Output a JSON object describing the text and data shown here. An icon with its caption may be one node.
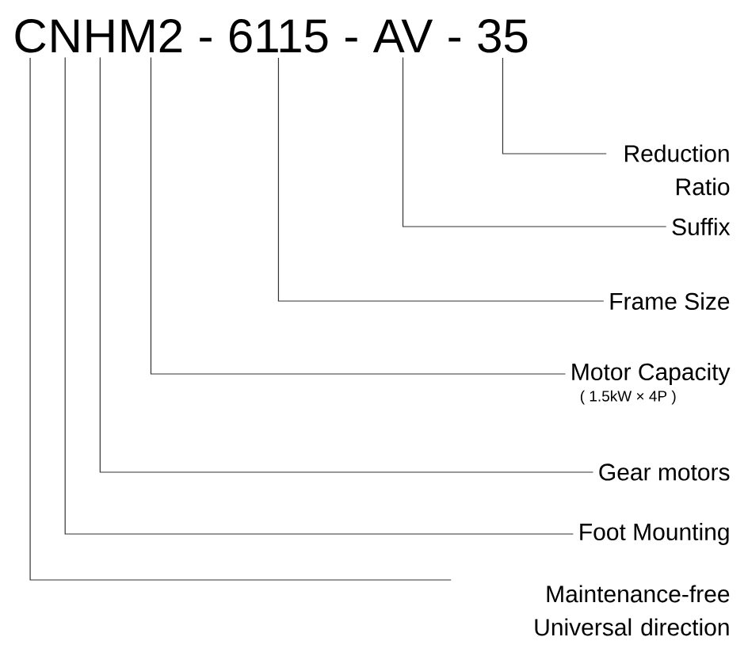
{
  "diagram": {
    "nodes": [
      {
        "text": [
          "C"
        ]
      },
      {
        "text": [
          "N"
        ]
      },
      {
        "text": [
          "H"
        ]
      },
      {
        "text": [
          "M2"
        ]
      },
      {
        "text": [
          "6115"
        ]
      },
      {
        "text": [
          "AV"
        ]
      },
      {
        "text": [
          "35"
        ]
      },
      {
        "text": [
          "Reduction Ratio"
        ]
      },
      {
        "text": [
          "Suffix"
        ]
      },
      {
        "text": [
          "Frame Size"
        ]
      },
      {
        "text": [
          "Motor Capacity"
        ],
        "beside": [
          "( 1.5kW × 4P )"
        ]
      },
      {
        "text": [
          "Gear motors"
        ]
      },
      {
        "text": [
          "Foot Mounting"
        ]
      },
      {
        "text": [
          "Maintenance-free Universal direction"
        ]
      }
    ],
    "edges": [
      {
        "from": 6,
        "to": 7,
        "arrow": "none"
      },
      {
        "from": 5,
        "to": 8,
        "arrow": "none"
      },
      {
        "from": 4,
        "to": 9,
        "arrow": "none"
      },
      {
        "from": 3,
        "to": 10,
        "arrow": "none"
      },
      {
        "from": 2,
        "to": 11,
        "arrow": "none"
      },
      {
        "from": 1,
        "to": 12,
        "arrow": "none"
      },
      {
        "from": 0,
        "to": 13,
        "arrow": "none"
      }
    ],
    "labels": [
      "-",
      "-",
      "-"
    ]
  }
}
